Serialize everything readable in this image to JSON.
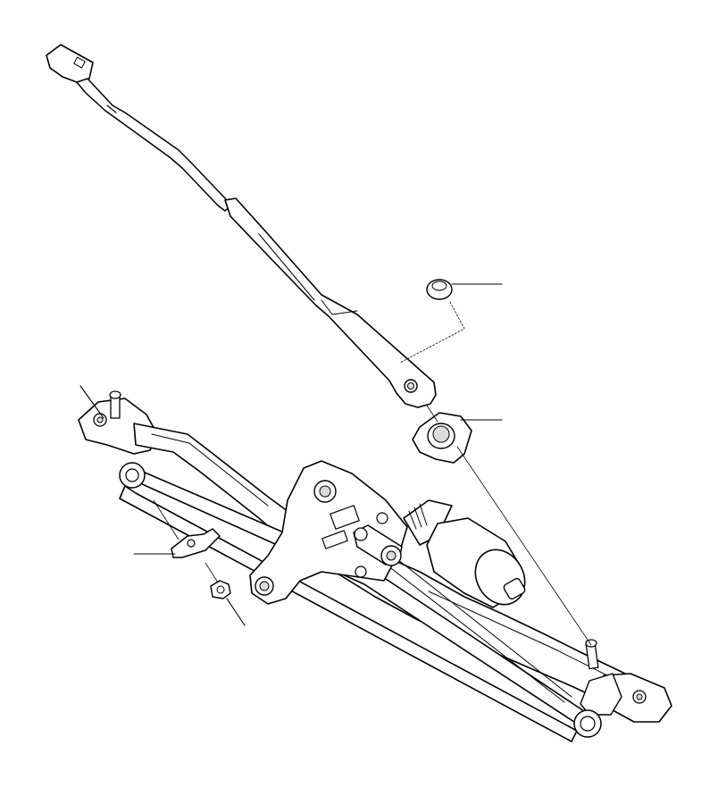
{
  "diagram": {
    "background": "#ffffff",
    "line_color": "#000000",
    "parts": [
      {
        "id": "wiper-arm"
      },
      {
        "id": "arm-nut"
      },
      {
        "id": "pivot-seal"
      },
      {
        "id": "linkage-frame"
      },
      {
        "id": "wiper-motor"
      },
      {
        "id": "motor-bracket"
      },
      {
        "id": "crank-lever"
      },
      {
        "id": "connecting-rods"
      },
      {
        "id": "mounting-clip"
      },
      {
        "id": "frame-nut"
      }
    ],
    "callouts": [
      {
        "target": "arm-nut"
      },
      {
        "target": "pivot-seal"
      },
      {
        "target": "left-pivot-shaft"
      },
      {
        "target": "mounting-clip"
      },
      {
        "target": "frame-nut"
      }
    ]
  }
}
